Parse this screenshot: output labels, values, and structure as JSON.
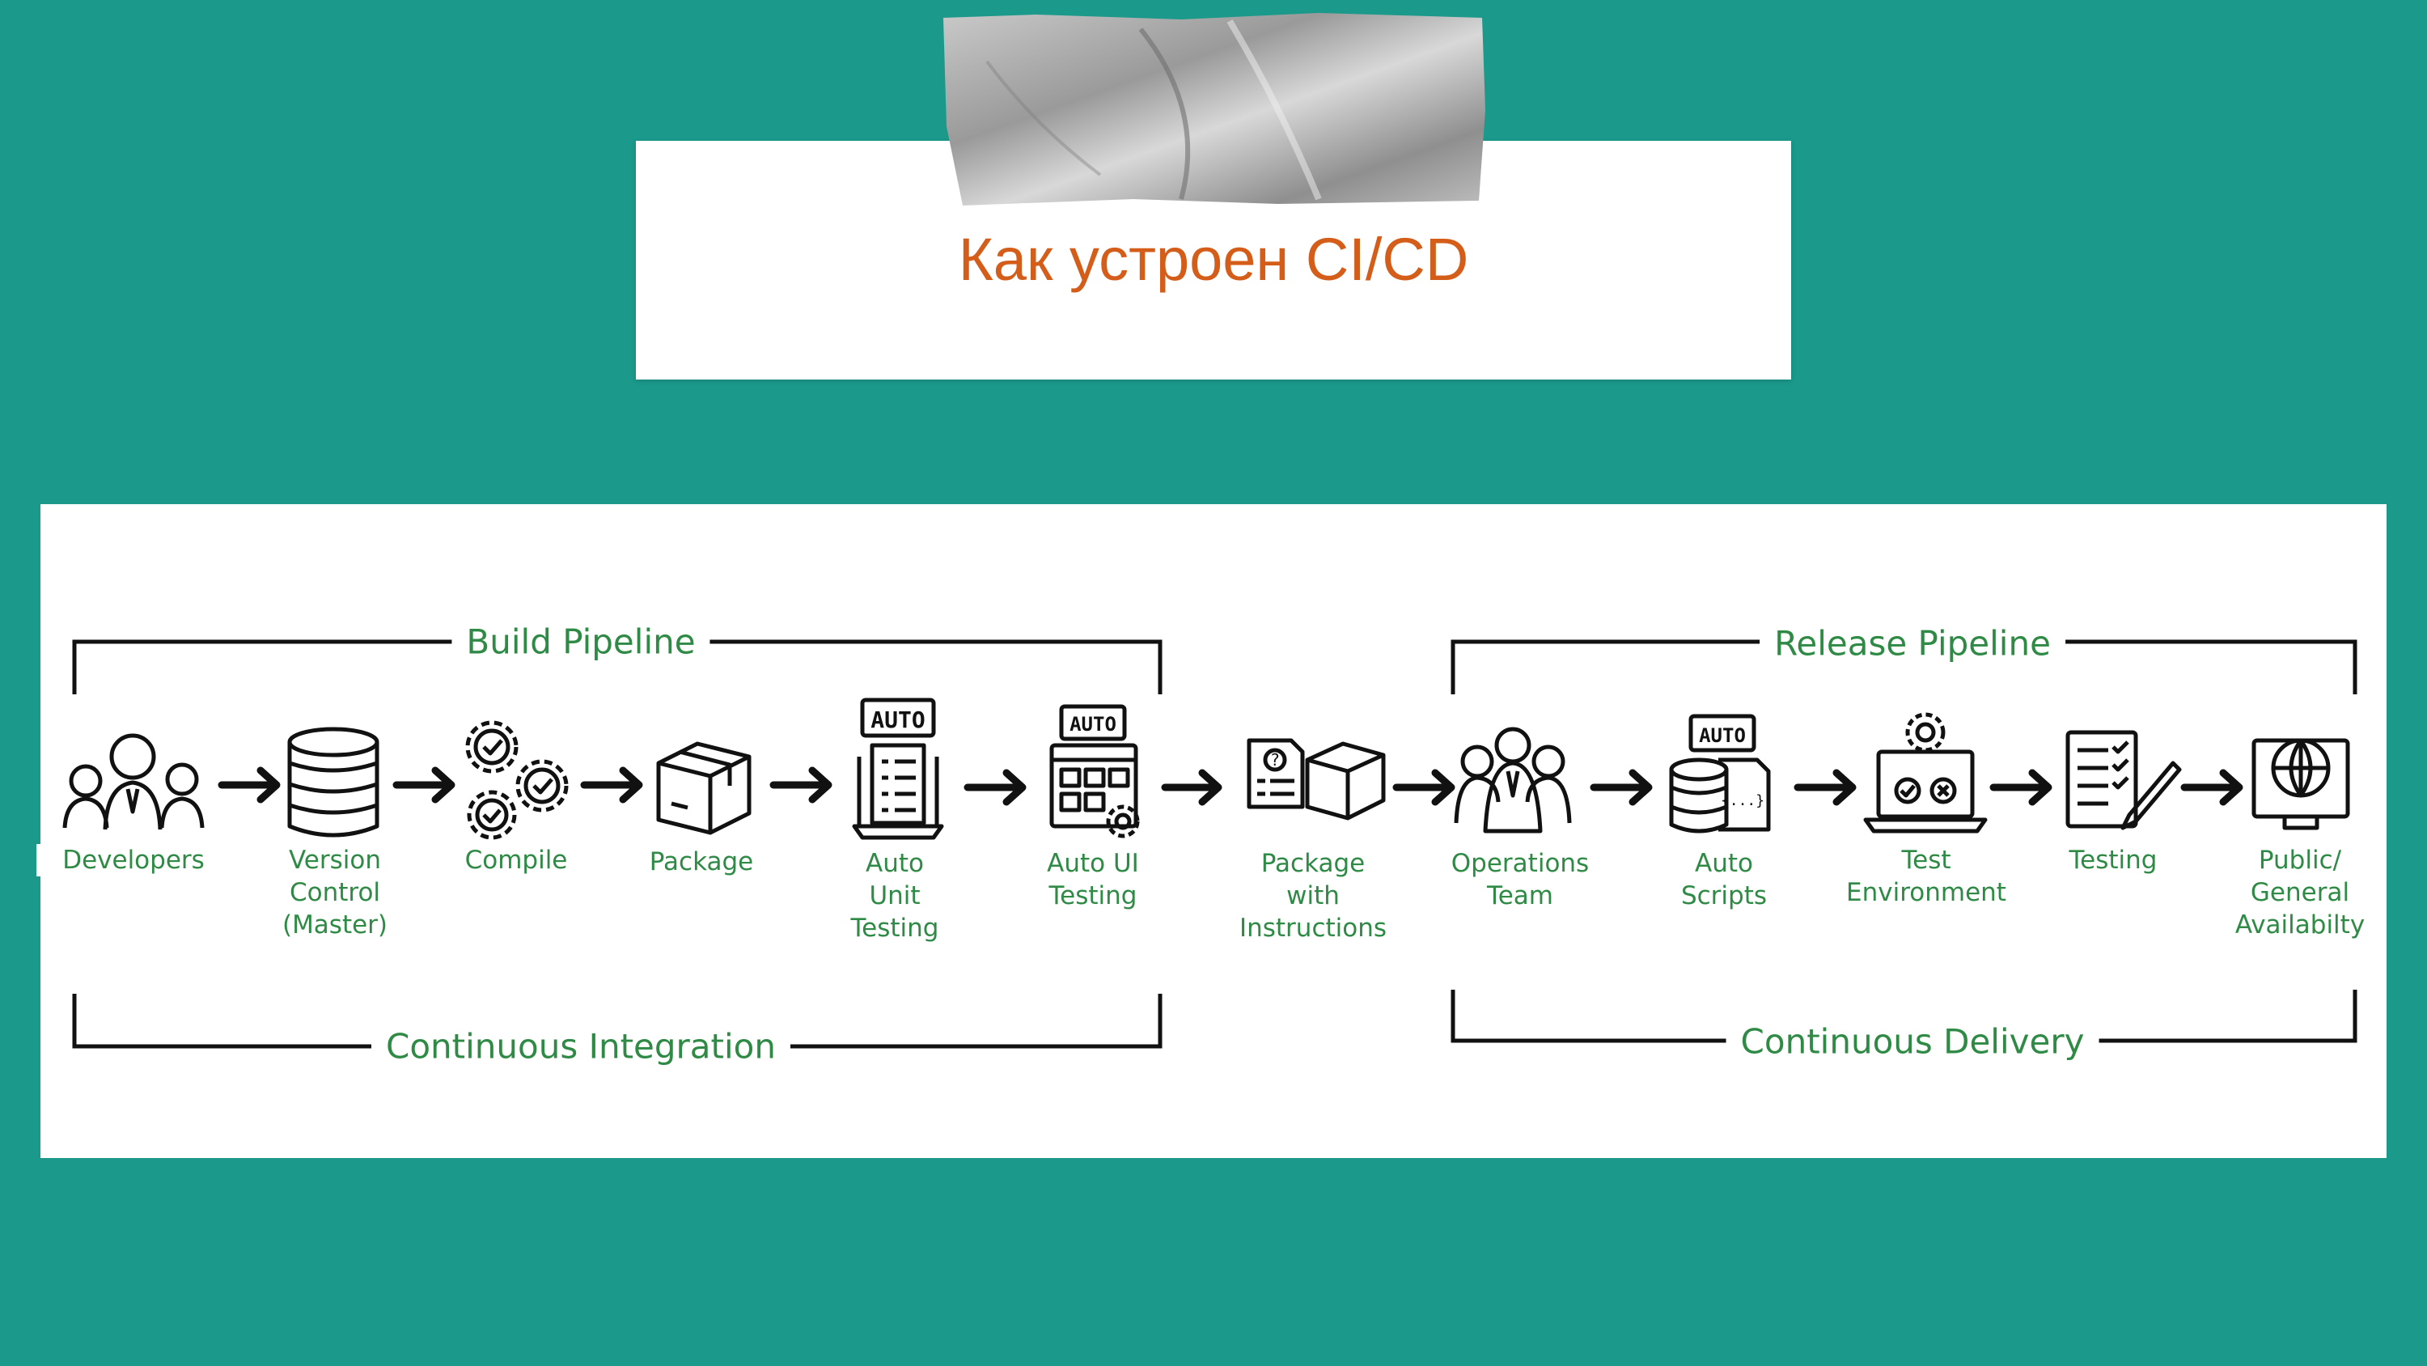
{
  "slide": {
    "title": "Как устроен CI/CD"
  },
  "colors": {
    "background": "#1b998b",
    "title": "#d45d1a",
    "label_green": "#2e8a45"
  },
  "diagram": {
    "build_pipeline_label": "Build Pipeline",
    "release_pipeline_label": "Release Pipeline",
    "continuous_integration_label": "Continuous Integration",
    "continuous_delivery_label": "Continuous Delivery",
    "steps": [
      {
        "label": "Developers",
        "icon": "developers-icon"
      },
      {
        "label": "Version Control (Master)",
        "icon": "database-icon"
      },
      {
        "label": "Compile",
        "icon": "gears-icon"
      },
      {
        "label": "Package",
        "icon": "package-icon"
      },
      {
        "label": "Auto Unit Testing",
        "icon": "auto-laptop-checklist-icon",
        "badge": "AUTO"
      },
      {
        "label": "Auto UI Testing",
        "icon": "auto-ui-grid-icon",
        "badge": "AUTO"
      },
      {
        "label": "Package with Instructions",
        "icon": "package-instructions-icon"
      },
      {
        "label": "Operations Team",
        "icon": "team-icon"
      },
      {
        "label": "Auto Scripts",
        "icon": "auto-scripts-icon",
        "badge": "AUTO"
      },
      {
        "label": "Test Environment",
        "icon": "test-environment-icon"
      },
      {
        "label": "Testing",
        "icon": "testing-checklist-icon"
      },
      {
        "label": "Public/ General Availabilty",
        "icon": "globe-monitor-icon"
      }
    ]
  }
}
